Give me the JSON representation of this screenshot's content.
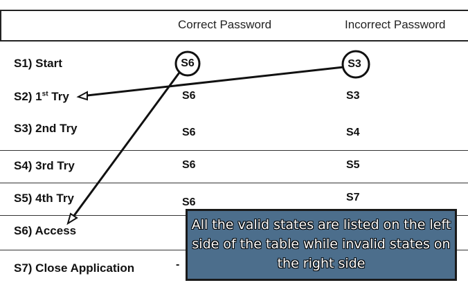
{
  "header": {
    "correct": "Correct Password",
    "incorrect": "Incorrect Password"
  },
  "rows": [
    {
      "state": "S1) Start",
      "correct": "S6",
      "incorrect": "S3"
    },
    {
      "state_prefix": "S2) 1",
      "state_sup": "st",
      "state_suffix": " Try",
      "correct": "S6",
      "incorrect": "S3"
    },
    {
      "state": "S3) 2nd Try",
      "correct": "S6",
      "incorrect": "S4"
    },
    {
      "state": "S4) 3rd Try",
      "correct": "S6",
      "incorrect": "S5"
    },
    {
      "state": "S5) 4th Try",
      "correct": "S6",
      "incorrect": "S7"
    },
    {
      "state": "S6) Access",
      "correct": "",
      "incorrect": ""
    },
    {
      "state": "S7) Close Application",
      "correct": "-",
      "incorrect": ""
    }
  ],
  "callout": "All the valid states are listed on the left side of the table while invalid states on the right side"
}
